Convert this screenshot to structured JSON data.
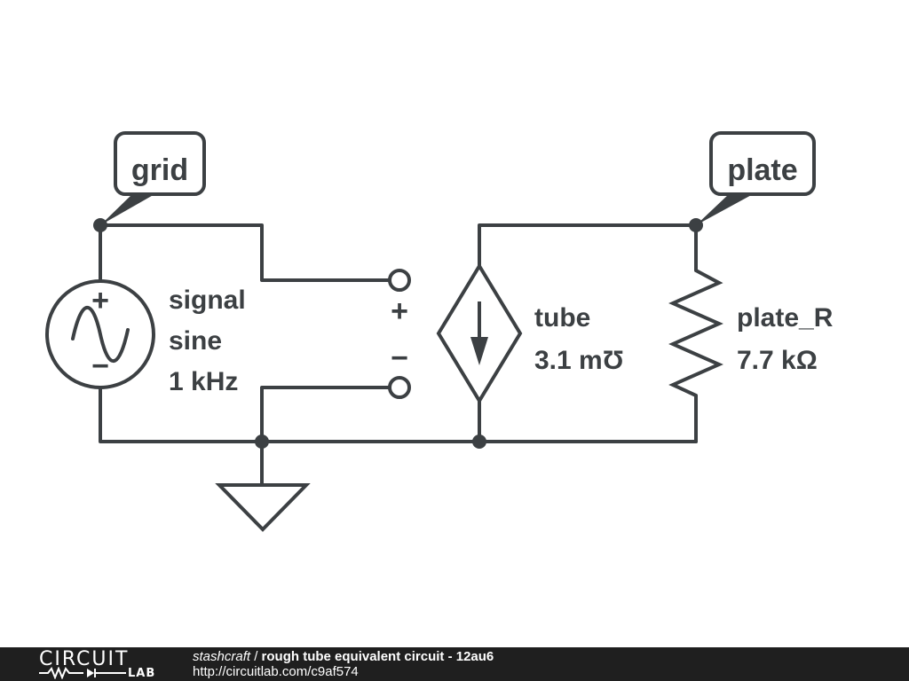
{
  "schematic": {
    "net_labels": {
      "grid": "grid",
      "plate": "plate"
    },
    "signal_source": {
      "name": "signal",
      "type": "sine",
      "frequency": "1 kHz",
      "plus": "+",
      "minus": "−"
    },
    "output_port": {
      "plus": "+",
      "minus": "−"
    },
    "tube": {
      "name": "tube",
      "value": "3.1 mƱ"
    },
    "plate_resistor": {
      "name": "plate_R",
      "value": "7.7 kΩ"
    }
  },
  "footer": {
    "logo_top": "CIRCUIT",
    "logo_bottom": "LAB",
    "author": "stashcraft",
    "separator": " / ",
    "title": "rough tube equivalent circuit - 12au6",
    "url": "http://circuitlab.com/c9af574"
  }
}
